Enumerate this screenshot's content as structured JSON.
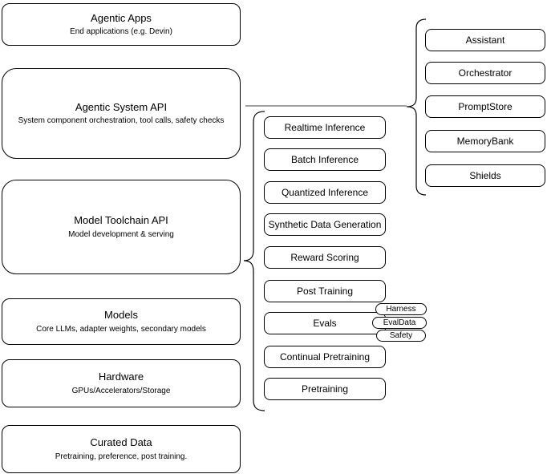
{
  "left_stack": [
    {
      "title": "Agentic Apps",
      "subtitle": "End applications (e.g. Devin)"
    },
    {
      "title": "Agentic System API",
      "subtitle": "System component orchestration, tool calls, safety checks"
    },
    {
      "title": "Model Toolchain API",
      "subtitle": "Model development & serving"
    },
    {
      "title": "Models",
      "subtitle": "Core LLMs, adapter weights, secondary models"
    },
    {
      "title": "Hardware",
      "subtitle": "GPUs/Accelerators/Storage"
    },
    {
      "title": "Curated Data",
      "subtitle": "Pretraining, preference, post training."
    }
  ],
  "toolchain_items": [
    "Realtime Inference",
    "Batch Inference",
    "Quantized Inference",
    "Synthetic Data Generation",
    "Reward Scoring",
    "Post Training",
    "Evals",
    "Continual Pretraining",
    "Pretraining"
  ],
  "eval_tags": [
    "Harness",
    "EvalData",
    "Safety"
  ],
  "system_components": [
    "Assistant",
    "Orchestrator",
    "PromptStore",
    "MemoryBank",
    "Shields"
  ],
  "colors": {
    "background": "#ffffff",
    "box_fill": "#ffffff",
    "box_border": "#000000",
    "connector": "#666666"
  }
}
